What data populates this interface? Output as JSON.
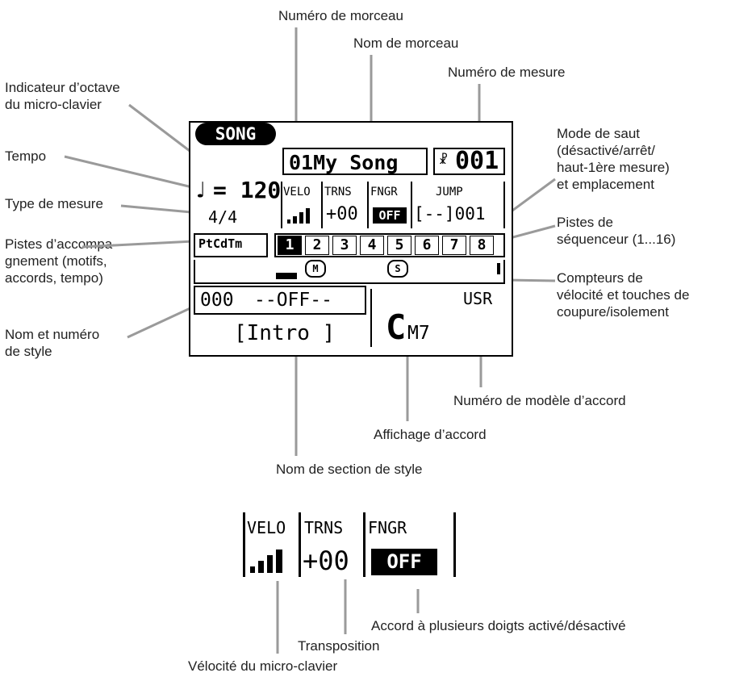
{
  "labels": {
    "song_number": "Numéro de morceau",
    "song_name": "Nom de morceau",
    "measure_number": "Numéro de mesure",
    "octave_1": "Indicateur d’octave",
    "octave_2": "du micro-clavier",
    "tempo": "Tempo",
    "jump_1": "Mode de saut",
    "jump_2": "(désactivé/arrêt/",
    "jump_3": "haut-1ère mesure)",
    "jump_4": "et emplacement",
    "meter": "Type de mesure",
    "accomp_1": "Pistes d’accompa-",
    "accomp_2": "gnement (motifs,",
    "accomp_3": "accords, tempo)",
    "seq_1": "Pistes de",
    "seq_2": "séquenceur (1...16)",
    "vel_1": "Compteurs de",
    "vel_2": "vélocité et touches de",
    "vel_3": "coupure/isolement",
    "style_1": "Nom et numéro",
    "style_2": "de style",
    "chord_model": "Numéro de modèle d’accord",
    "chord_display": "Affichage d’accord",
    "section_name": "Nom de section de style",
    "multi_finger": "Accord à plusieurs doigts activé/désactivé",
    "transpose": "Transposition",
    "mini_velocity": "Vélocité du micro-clavier"
  },
  "lcd": {
    "mode": "SONG",
    "song": "01My Song",
    "measure_prefix": "☧",
    "measure": "001",
    "tempo_note": "♩",
    "tempo": "= 120",
    "meter": "4/4",
    "hdr_velo": "VELO",
    "hdr_trns": "TRNS",
    "hdr_fngr": "FNGR",
    "hdr_jump": "JUMP",
    "trns_value": "+00",
    "fngr_value": "OFF",
    "jump_value": "[--]001",
    "accomp_tracks": "PtCdTm",
    "tracks": [
      "1",
      "2",
      "3",
      "4",
      "5",
      "6",
      "7",
      "8"
    ],
    "mute_icon": "M",
    "solo_icon": "S",
    "style_number": "000",
    "style_name": "--OFF--",
    "section": "[Intro ]",
    "chord_root": "C",
    "chord_type": "M7",
    "chord_model": "USR"
  },
  "detail": {
    "hdr_velo": "VELO",
    "hdr_trns": "TRNS",
    "hdr_fngr": "FNGR",
    "trns_value": "+00",
    "fngr_value": "OFF"
  }
}
